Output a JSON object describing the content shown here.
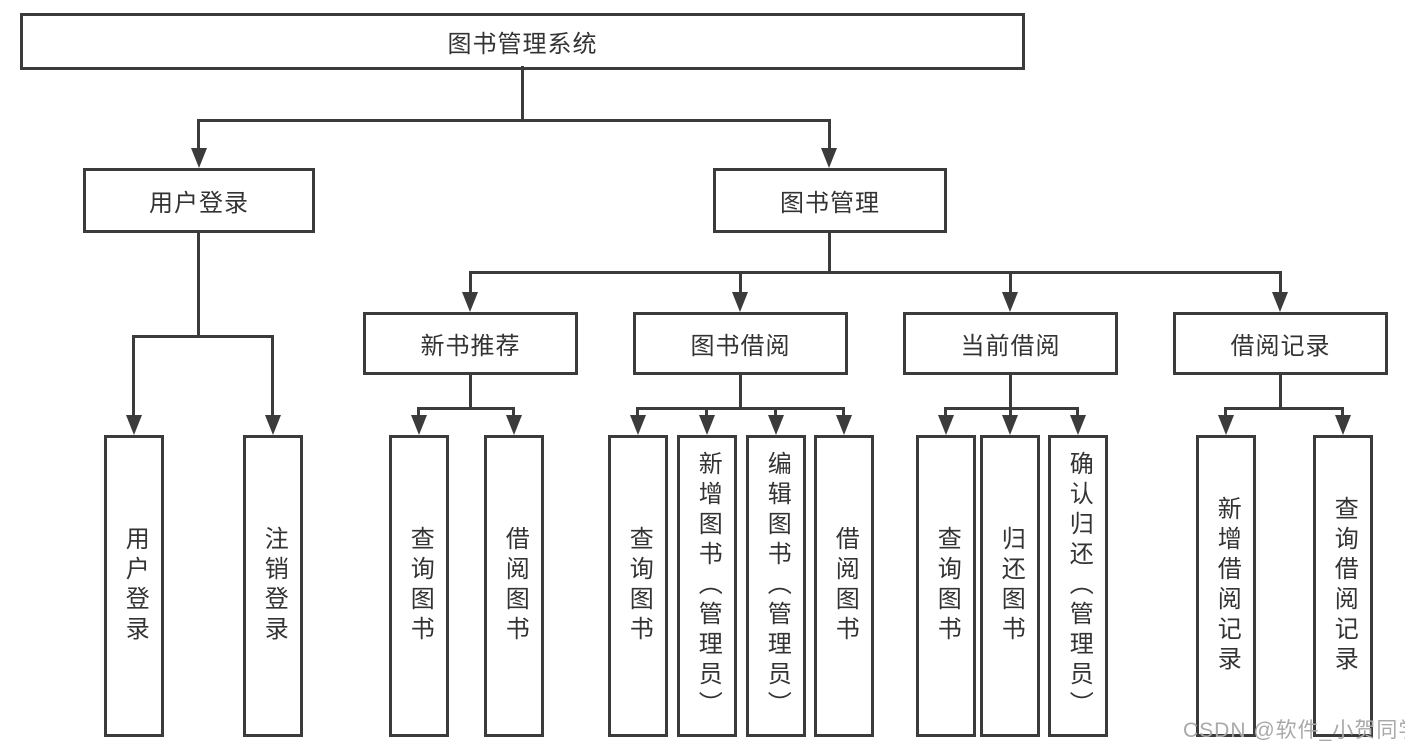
{
  "colors": {
    "line": "#3b3b3b",
    "text": "#333333",
    "watermark": "#a9a9a9",
    "bg": "#ffffff"
  },
  "diagram": {
    "root": {
      "label": "图书管理系统"
    },
    "login": {
      "label": "用户登录",
      "children": [
        {
          "label": "用户登录"
        },
        {
          "label": "注销登录"
        }
      ]
    },
    "management": {
      "label": "图书管理",
      "sections": [
        {
          "label": "新书推荐",
          "children": [
            {
              "label": "查询图书"
            },
            {
              "label": "借阅图书"
            }
          ]
        },
        {
          "label": "图书借阅",
          "children": [
            {
              "label": "查询图书"
            },
            {
              "label": "新增图书（管理员）"
            },
            {
              "label": "编辑图书（管理员）"
            },
            {
              "label": "借阅图书"
            }
          ]
        },
        {
          "label": "当前借阅",
          "children": [
            {
              "label": "查询图书"
            },
            {
              "label": "归还图书"
            },
            {
              "label": "确认归还（管理员）"
            }
          ]
        },
        {
          "label": "借阅记录",
          "children": [
            {
              "label": "新增借阅记录"
            },
            {
              "label": "查询借阅记录"
            }
          ]
        }
      ]
    }
  },
  "watermark": {
    "label": "CSDN @软件_小贺同学"
  }
}
